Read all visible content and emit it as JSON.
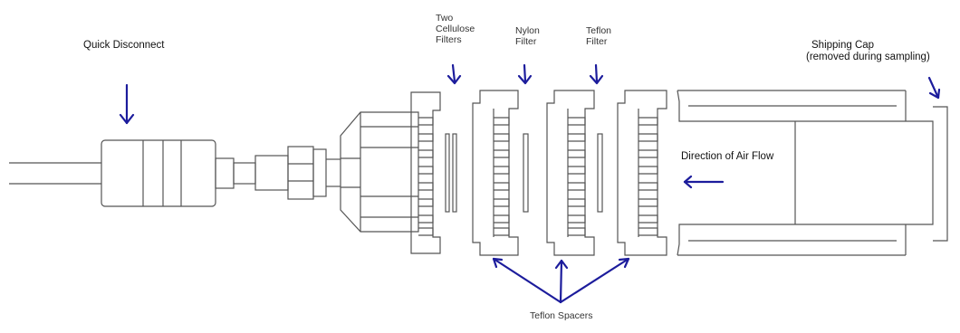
{
  "labels": {
    "quick_disconnect": "Quick Disconnect",
    "two_cellulose_filters": "Two\nCellulose\nFilters",
    "nylon_filter": "Nylon\nFilter",
    "teflon_filter": "Teflon\nFilter",
    "shipping_cap_line1": "Shipping Cap",
    "shipping_cap_line2": "(removed during sampling)",
    "direction_of_air_flow": "Direction of Air Flow",
    "teflon_spacers": "Teflon Spacers"
  },
  "colors": {
    "arrow": "#1c1c9c",
    "drawing": "#555555",
    "text": "#111111"
  }
}
